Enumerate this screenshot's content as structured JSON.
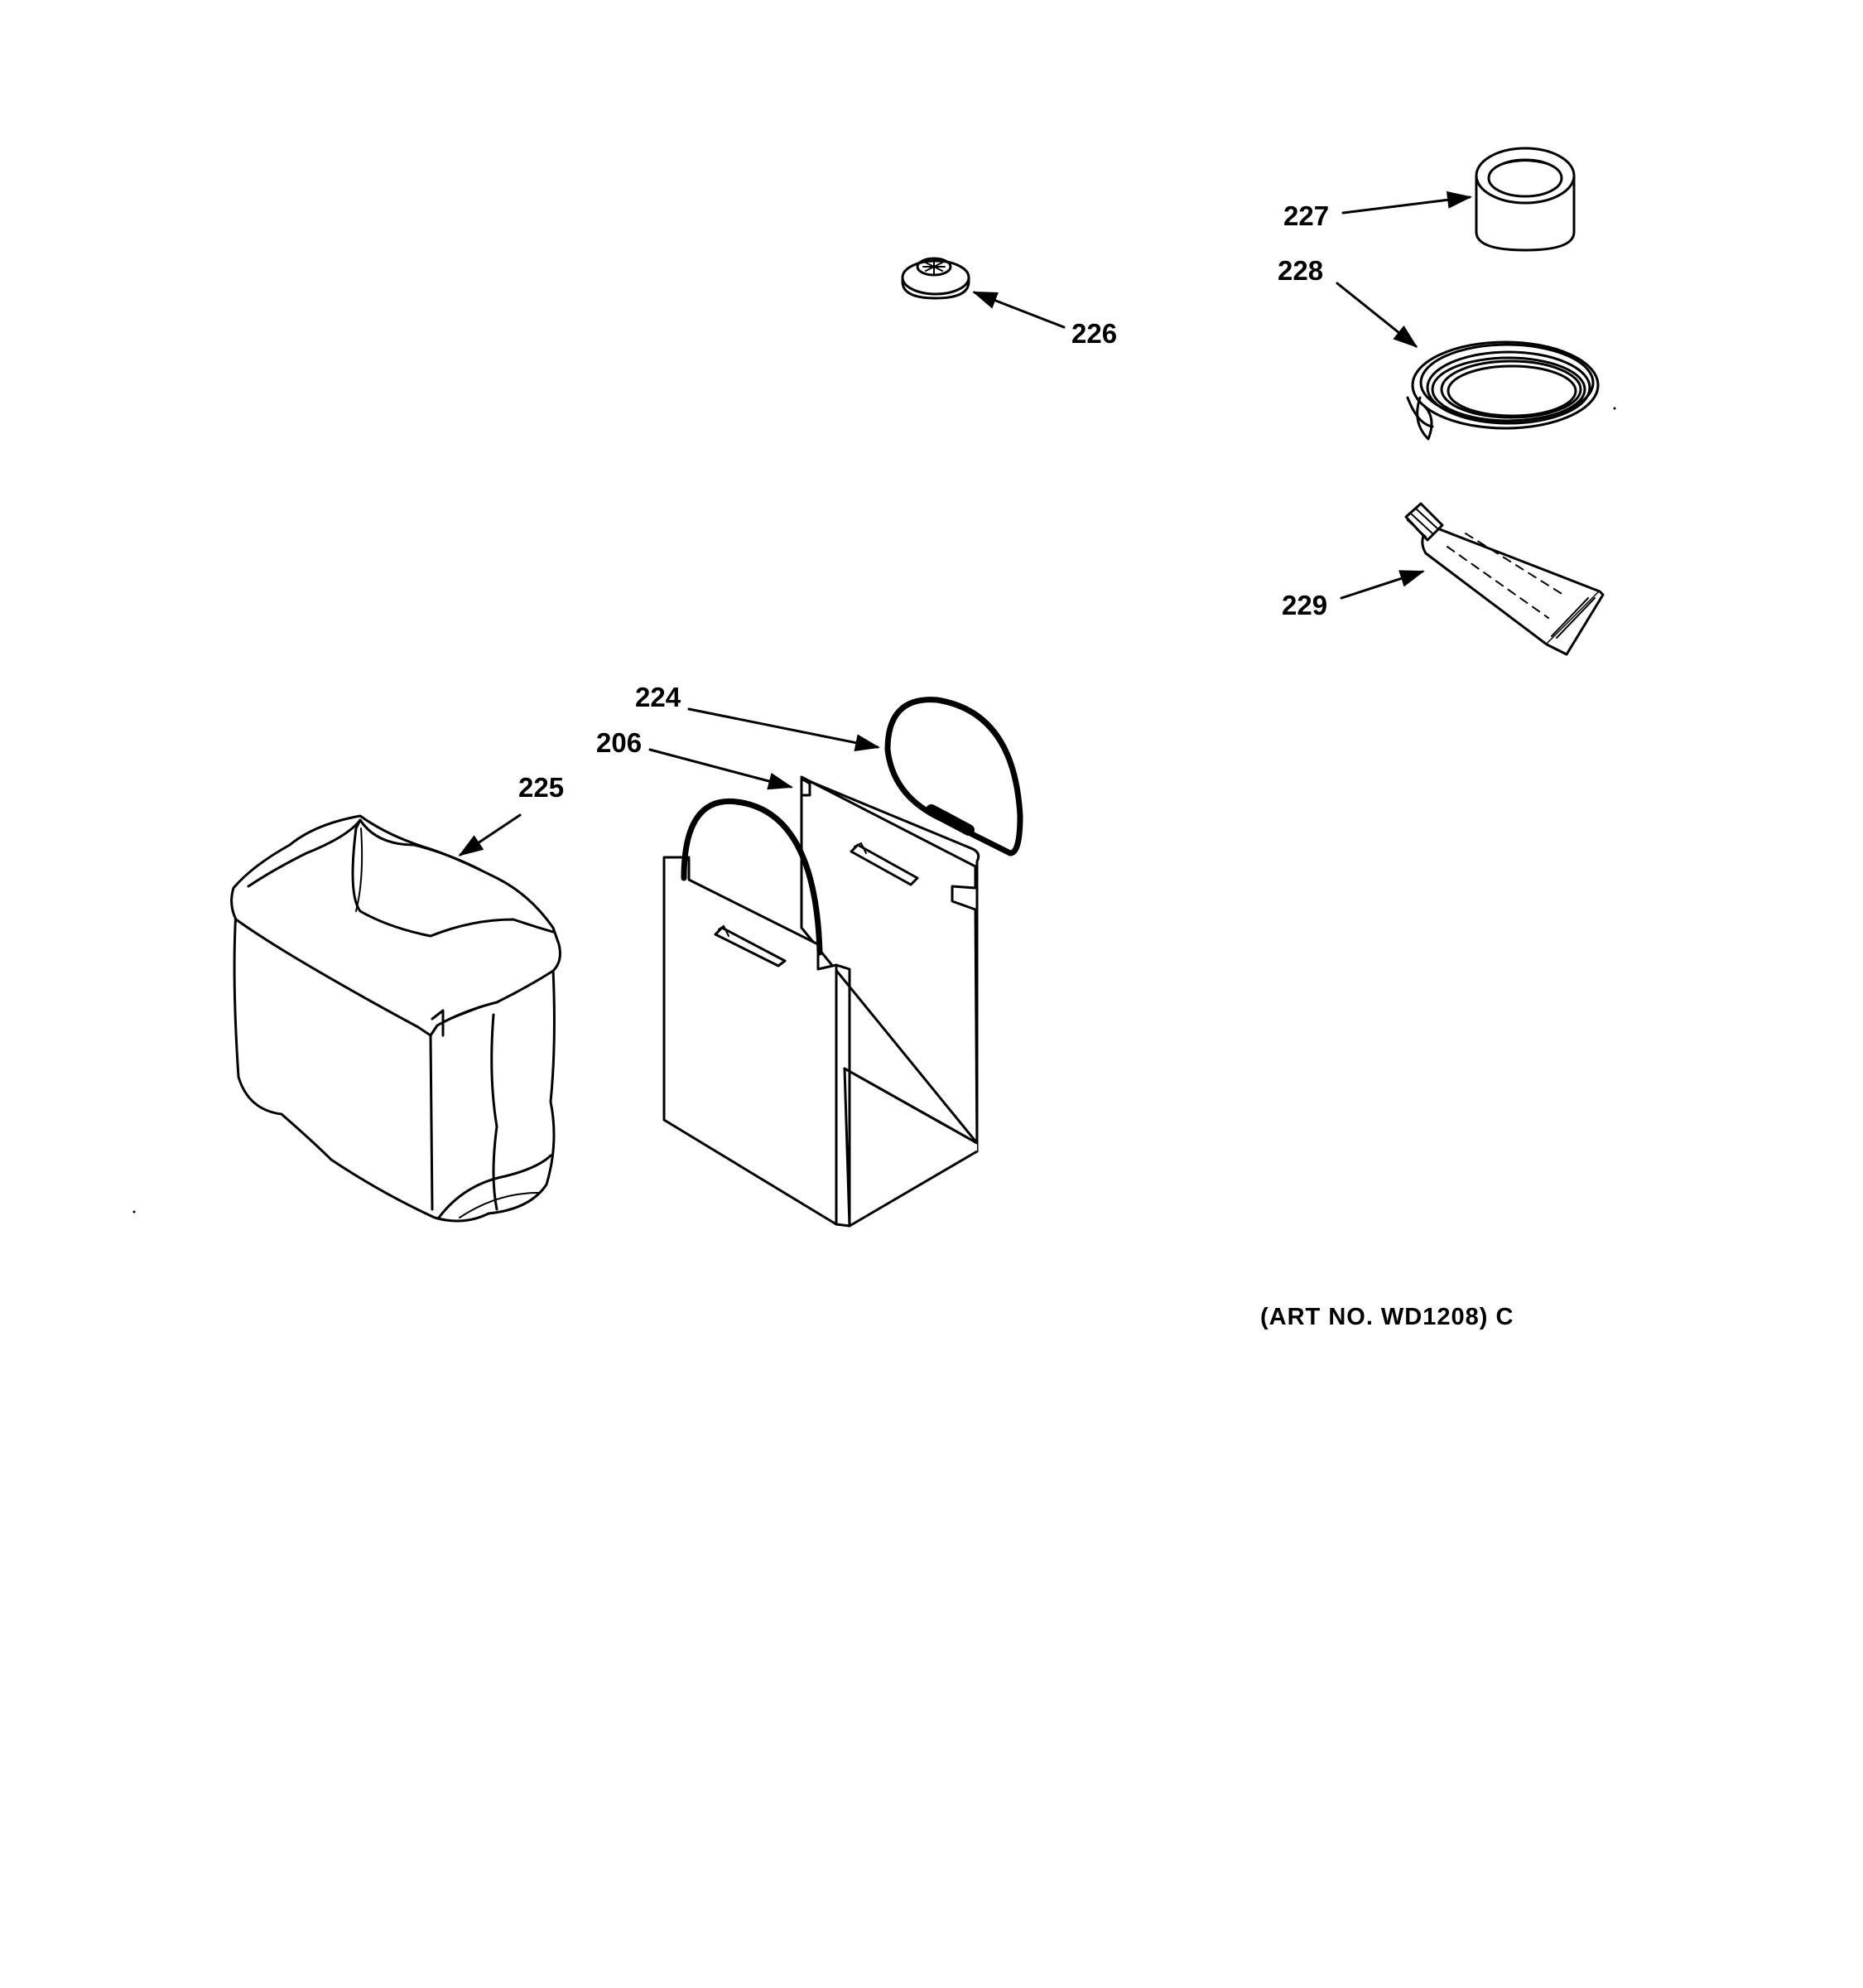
{
  "diagram": {
    "callouts": {
      "p206": "206",
      "p224": "224",
      "p225": "225",
      "p226": "226",
      "p227": "227",
      "p228": "228",
      "p229": "229"
    },
    "art_number": "(ART NO. WD1208) C"
  },
  "icons": {
    "p206": "lint-filter-frame-icon",
    "p224": "wire-handle-icon",
    "p225": "filter-bag-icon",
    "p226": "grommet-icon",
    "p227": "tape-roll-icon",
    "p228": "coiled-cord-icon",
    "p229": "grease-tube-icon"
  }
}
